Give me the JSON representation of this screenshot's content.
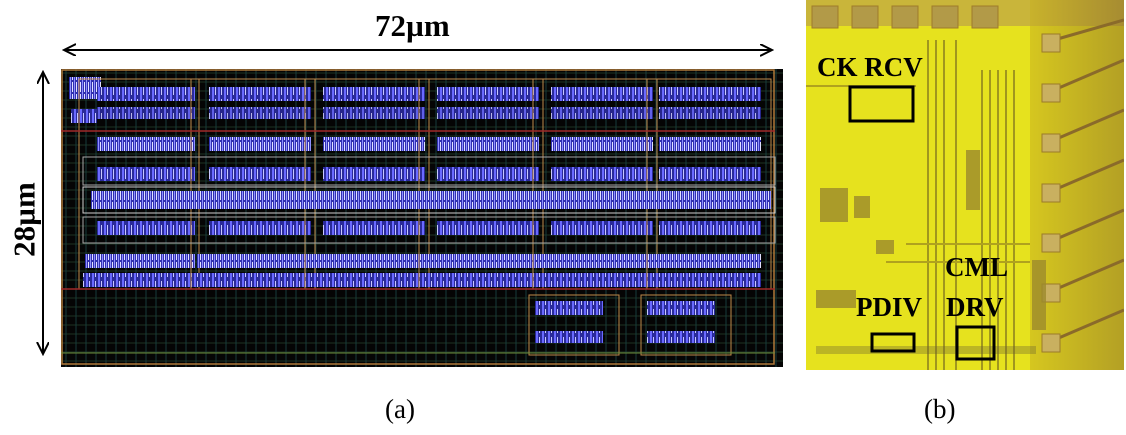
{
  "panel_a": {
    "width_label": "72µm",
    "height_label": "28µm",
    "caption": "(a)"
  },
  "panel_b": {
    "labels": {
      "ck_rcv": "CK RCV",
      "cml": "CML",
      "pdiv": "PDIV",
      "drv": "DRV"
    },
    "caption": "(b)"
  }
}
